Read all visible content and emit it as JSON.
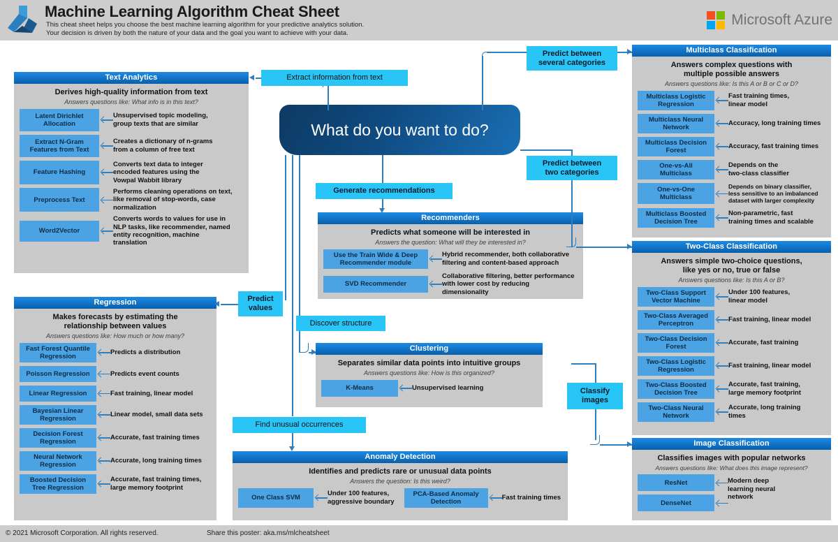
{
  "header": {
    "title": "Machine Learning Algorithm Cheat Sheet",
    "subtitle_line1": "This cheat sheet helps you choose the best machine learning algorithm for your predictive analytics solution.",
    "subtitle_line2": "Your decision is driven by both the nature of your data and the goal you want to achieve with your data.",
    "brand": "Microsoft Azure",
    "logo_icon": "azure-ml-logo-icon",
    "brand_icon": "microsoft-squares-icon",
    "bg": "#cdcdcd"
  },
  "footer": {
    "copyright": "© 2021 Microsoft Corporation. All rights reserved.",
    "share": "Share this poster: aka.ms/mlcheatsheet"
  },
  "center": {
    "question": "What do you want to do?"
  },
  "colors": {
    "panel_bg": "#c9c9c9",
    "panel_header": "#1377cc",
    "algo_box": "#4ba3e3",
    "decision_label": "#29c5f6",
    "connector": "#2f7fbe",
    "center_dark": "#0d3a63",
    "center_light": "#1a6fb5"
  },
  "decision_labels": [
    {
      "id": "extract-information-from-text",
      "text": "Extract information from text"
    },
    {
      "id": "predict-between-several-categories",
      "text": "Predict between\nseveral categories"
    },
    {
      "id": "predict-between-two-categories",
      "text": "Predict between\ntwo categories"
    },
    {
      "id": "generate-recommendations",
      "text": "Generate recommendations"
    },
    {
      "id": "predict-values",
      "text": "Predict\nvalues"
    },
    {
      "id": "discover-structure",
      "text": "Discover structure"
    },
    {
      "id": "classify-images",
      "text": "Classify\nimages"
    },
    {
      "id": "find-unusual-occurrences",
      "text": "Find unusual occurrences"
    }
  ],
  "panels": {
    "text_analytics": {
      "title": "Text Analytics",
      "headline": "Derives high-quality information from text",
      "question": "Answers questions like: What info is in this text?",
      "rows": [
        {
          "algo": "Latent Dirichlet\nAllocation",
          "desc": "Unsupervised topic modeling,\ngroup texts that are similar"
        },
        {
          "algo": "Extract N-Gram\nFeatures from Text",
          "desc": "Creates a dictionary of n-grams\nfrom a column of free text"
        },
        {
          "algo": "Feature Hashing",
          "desc": "Converts text data to integer\nencoded features using the\nVowpal Wabbit library"
        },
        {
          "algo": "Preprocess Text",
          "desc": "Performs cleaning operations on text,\nlike removal of stop-words, case\nnormalization"
        },
        {
          "algo": "Word2Vector",
          "desc": "Converts words to values for use in\nNLP tasks, like recommender, named\nentity recognition, machine\ntranslation"
        }
      ]
    },
    "regression": {
      "title": "Regression",
      "headline": "Makes forecasts by estimating the\nrelationship between values",
      "question": "Answers questions like: How much or how many?",
      "rows": [
        {
          "algo": "Fast Forest Quantile\nRegression",
          "desc": "Predicts a distribution"
        },
        {
          "algo": "Poisson Regression",
          "desc": "Predicts event counts"
        },
        {
          "algo": "Linear Regression",
          "desc": "Fast training, linear model"
        },
        {
          "algo": "Bayesian Linear\nRegression",
          "desc": "Linear model, small data sets"
        },
        {
          "algo": "Decision Forest\nRegression",
          "desc": "Accurate, fast training times"
        },
        {
          "algo": "Neural Network\nRegression",
          "desc": "Accurate, long training times"
        },
        {
          "algo": "Boosted Decision\nTree Regression",
          "desc": "Accurate, fast training times,\nlarge memory footprint"
        }
      ]
    },
    "multiclass_classification": {
      "title": "Multiclass Classification",
      "headline": "Answers complex questions with\nmultiple possible answers",
      "question": "Answers questions like: Is this A or B or C or D?",
      "rows": [
        {
          "algo": "Multiclass Logistic\nRegression",
          "desc": "Fast training times,\nlinear model"
        },
        {
          "algo": "Multiclass Neural\nNetwork",
          "desc": "Accuracy, long training times"
        },
        {
          "algo": "Multiclass Decision\nForest",
          "desc": "Accuracy, fast training times"
        },
        {
          "algo": "One-vs-All\nMulticlass",
          "desc": "Depends on the\ntwo-class classifier"
        },
        {
          "algo": "One-vs-One\nMulticlass",
          "desc": "Depends on binary classifier,\nless sensitive to an imbalanced\ndataset with larger complexity"
        },
        {
          "algo": "Multiclass Boosted\nDecision Tree",
          "desc": "Non-parametric, fast\ntraining times and scalable"
        }
      ]
    },
    "two_class_classification": {
      "title": "Two-Class Classification",
      "headline": "Answers simple two-choice questions,\nlike yes or no, true or false",
      "question": "Answers questions like: Is this A or B?",
      "rows": [
        {
          "algo": "Two-Class Support\nVector Machine",
          "desc": "Under 100 features,\nlinear model"
        },
        {
          "algo": "Two-Class Averaged\nPerceptron",
          "desc": "Fast training, linear model"
        },
        {
          "algo": "Two-Class Decision\nForest",
          "desc": "Accurate, fast training"
        },
        {
          "algo": "Two-Class Logistic\nRegression",
          "desc": "Fast training, linear model"
        },
        {
          "algo": "Two-Class Boosted\nDecision Tree",
          "desc": "Accurate, fast training,\nlarge memory footprint"
        },
        {
          "algo": "Two-Class Neural\nNetwork",
          "desc": "Accurate, long training\ntimes"
        }
      ]
    },
    "image_classification": {
      "title": "Image Classification",
      "headline": "Classifies images with popular networks",
      "question": "Answers questions like: What does this image represent?",
      "rows": [
        {
          "algo": "ResNet",
          "desc": ""
        },
        {
          "algo": "DenseNet",
          "desc": ""
        }
      ],
      "shared_desc": "Modern deep\nlearning neural\nnetwork"
    },
    "recommenders": {
      "title": "Recommenders",
      "headline": "Predicts what someone will be interested in",
      "question": "Answers the question: What will they be interested in?",
      "rows": [
        {
          "algo": "Use the Train Wide & Deep\nRecommender module",
          "desc": "Hybrid recommender, both collaborative\nfiltering and content-based approach"
        },
        {
          "algo": "SVD Recommender",
          "desc": "Collaborative filtering, better performance\nwith lower cost by reducing dimensionality"
        }
      ]
    },
    "clustering": {
      "title": "Clustering",
      "headline": "Separates similar data points into intuitive groups",
      "question": "Answers questions like: How is this organized?",
      "rows": [
        {
          "algo": "K-Means",
          "desc": "Unsupervised learning"
        }
      ]
    },
    "anomaly_detection": {
      "title": "Anomaly Detection",
      "headline": "Identifies and predicts rare or unusual data points",
      "question": "Answers the question: Is this weird?",
      "rows": [
        {
          "algo": "One Class SVM",
          "desc": "Under 100 features,\naggressive boundary"
        },
        {
          "algo": "PCA-Based Anomaly\nDetection",
          "desc": "Fast training times"
        }
      ]
    }
  }
}
